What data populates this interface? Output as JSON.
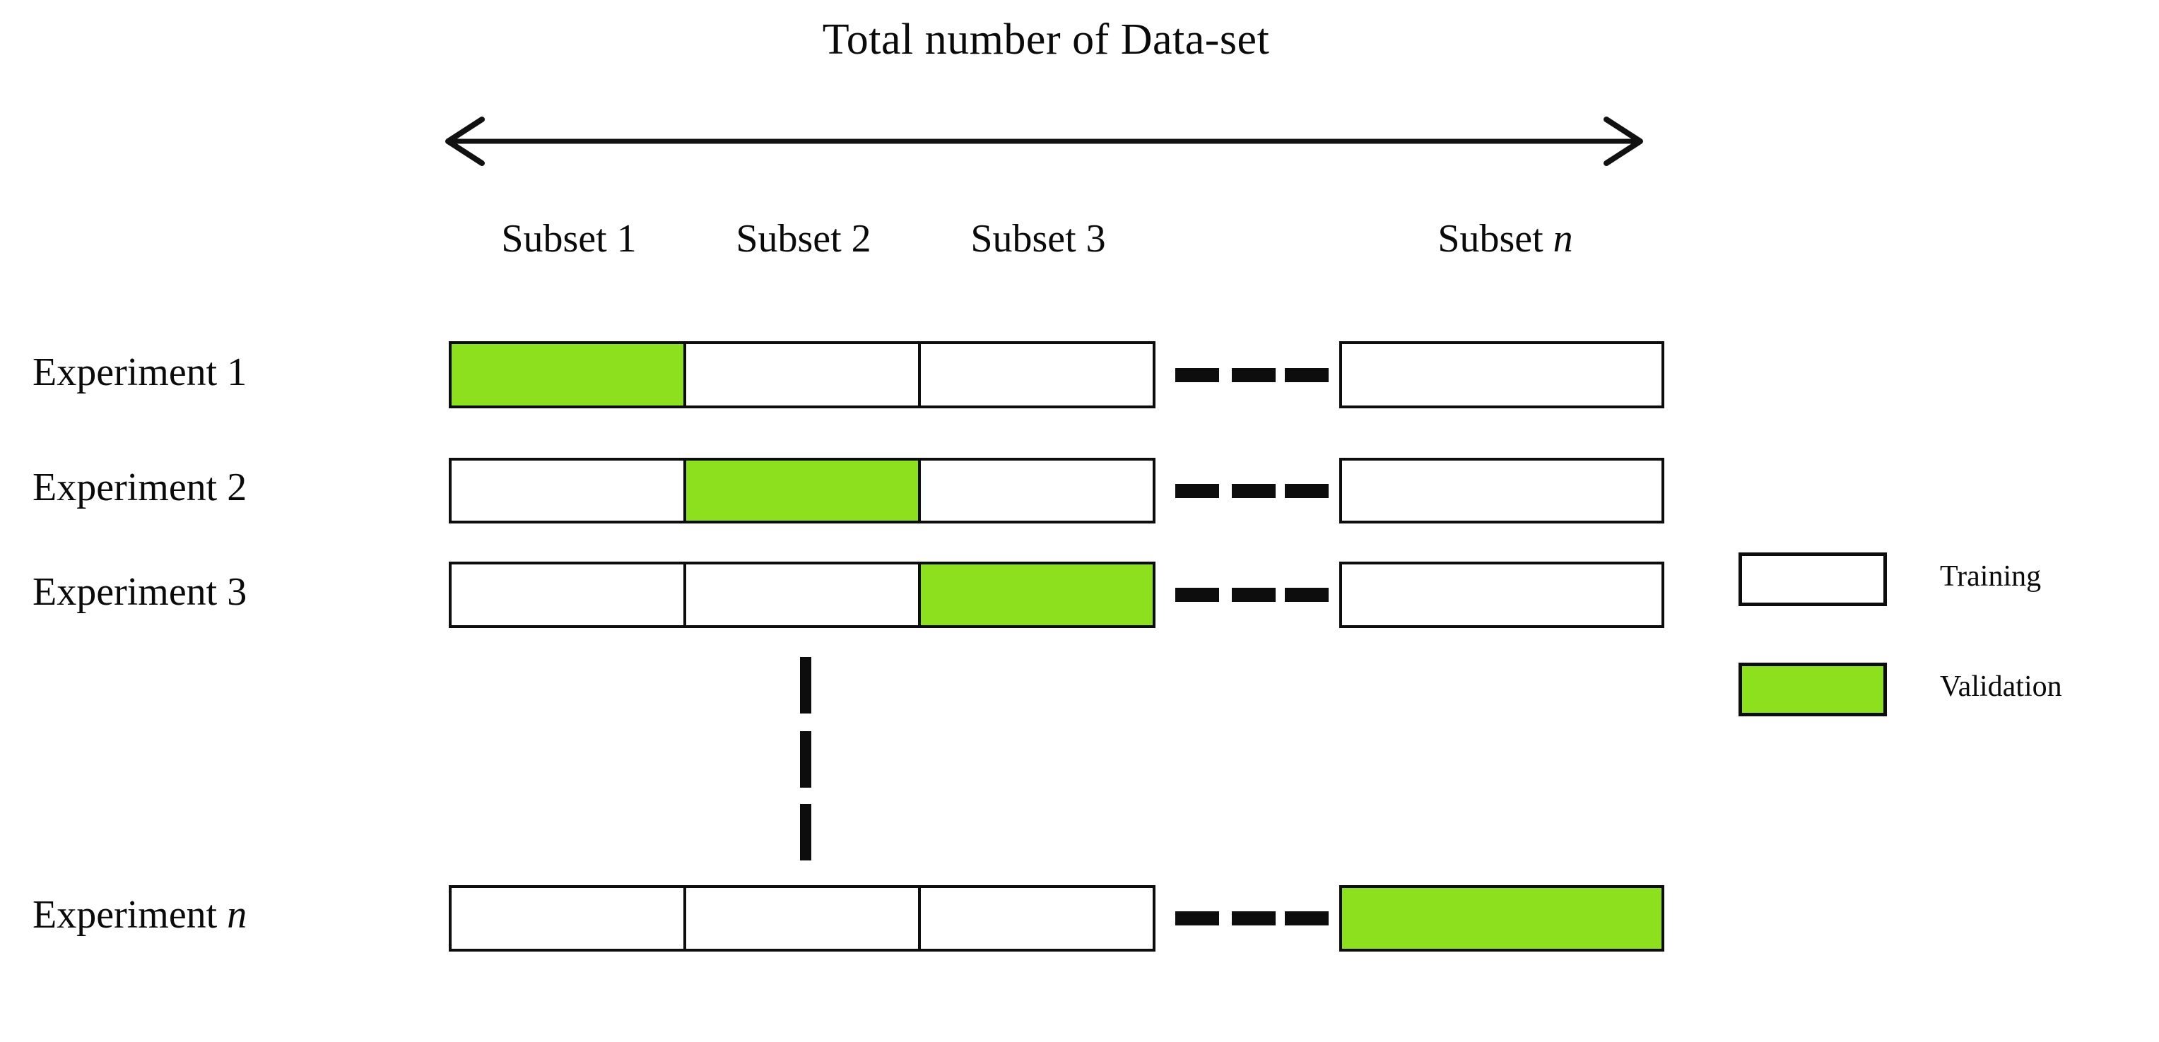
{
  "figure": {
    "title": "Total number of Data-set",
    "colors": {
      "validation": "#8CE01E",
      "training": "#FFFFFF",
      "stroke": "#0D0D0D"
    }
  },
  "axis": {
    "span_arrow_name": "total-dataset-span-arrow",
    "left_head": "arrow-left-head",
    "right_head": "arrow-right-head"
  },
  "columns": [
    {
      "label": "Subset 1",
      "italic_suffix": ""
    },
    {
      "label": "Subset 2",
      "italic_suffix": ""
    },
    {
      "label": "Subset 3",
      "italic_suffix": ""
    },
    {
      "label": "Subset ",
      "italic_suffix": "n"
    }
  ],
  "rows": [
    {
      "label": "Experiment 1",
      "italic_suffix": "",
      "cells": [
        "validation",
        "training",
        "training"
      ],
      "tail": "training"
    },
    {
      "label": "Experiment 2",
      "italic_suffix": "",
      "cells": [
        "training",
        "validation",
        "training"
      ],
      "tail": "training"
    },
    {
      "label": "Experiment 3",
      "italic_suffix": "",
      "cells": [
        "training",
        "training",
        "validation"
      ],
      "tail": "training"
    },
    {
      "label": "Experiment ",
      "italic_suffix": "n",
      "cells": [
        "training",
        "training",
        "training"
      ],
      "tail": "validation"
    }
  ],
  "legend": {
    "items": [
      {
        "label": "Training",
        "kind": "training"
      },
      {
        "label": "Validation",
        "kind": "validation"
      }
    ]
  },
  "chart_data": {
    "type": "table",
    "title": "Total number of Data-set",
    "description": "k-fold cross-validation schematic: each experiment holds out one subset for validation while the remaining subsets are used for training.",
    "categories": [
      "Subset 1",
      "Subset 2",
      "Subset 3",
      "Subset n"
    ],
    "series": [
      {
        "name": "Experiment 1",
        "values": [
          "Validation",
          "Training",
          "Training",
          "Training"
        ]
      },
      {
        "name": "Experiment 2",
        "values": [
          "Training",
          "Validation",
          "Training",
          "Training"
        ]
      },
      {
        "name": "Experiment 3",
        "values": [
          "Training",
          "Training",
          "Validation",
          "Training"
        ]
      },
      {
        "name": "Experiment n",
        "values": [
          "Training",
          "Training",
          "Training",
          "Validation"
        ]
      }
    ],
    "legend": [
      "Training",
      "Validation"
    ],
    "legend_position": "right",
    "xlabel": "Total number of Data-set",
    "ylabel": "",
    "grid": false
  }
}
